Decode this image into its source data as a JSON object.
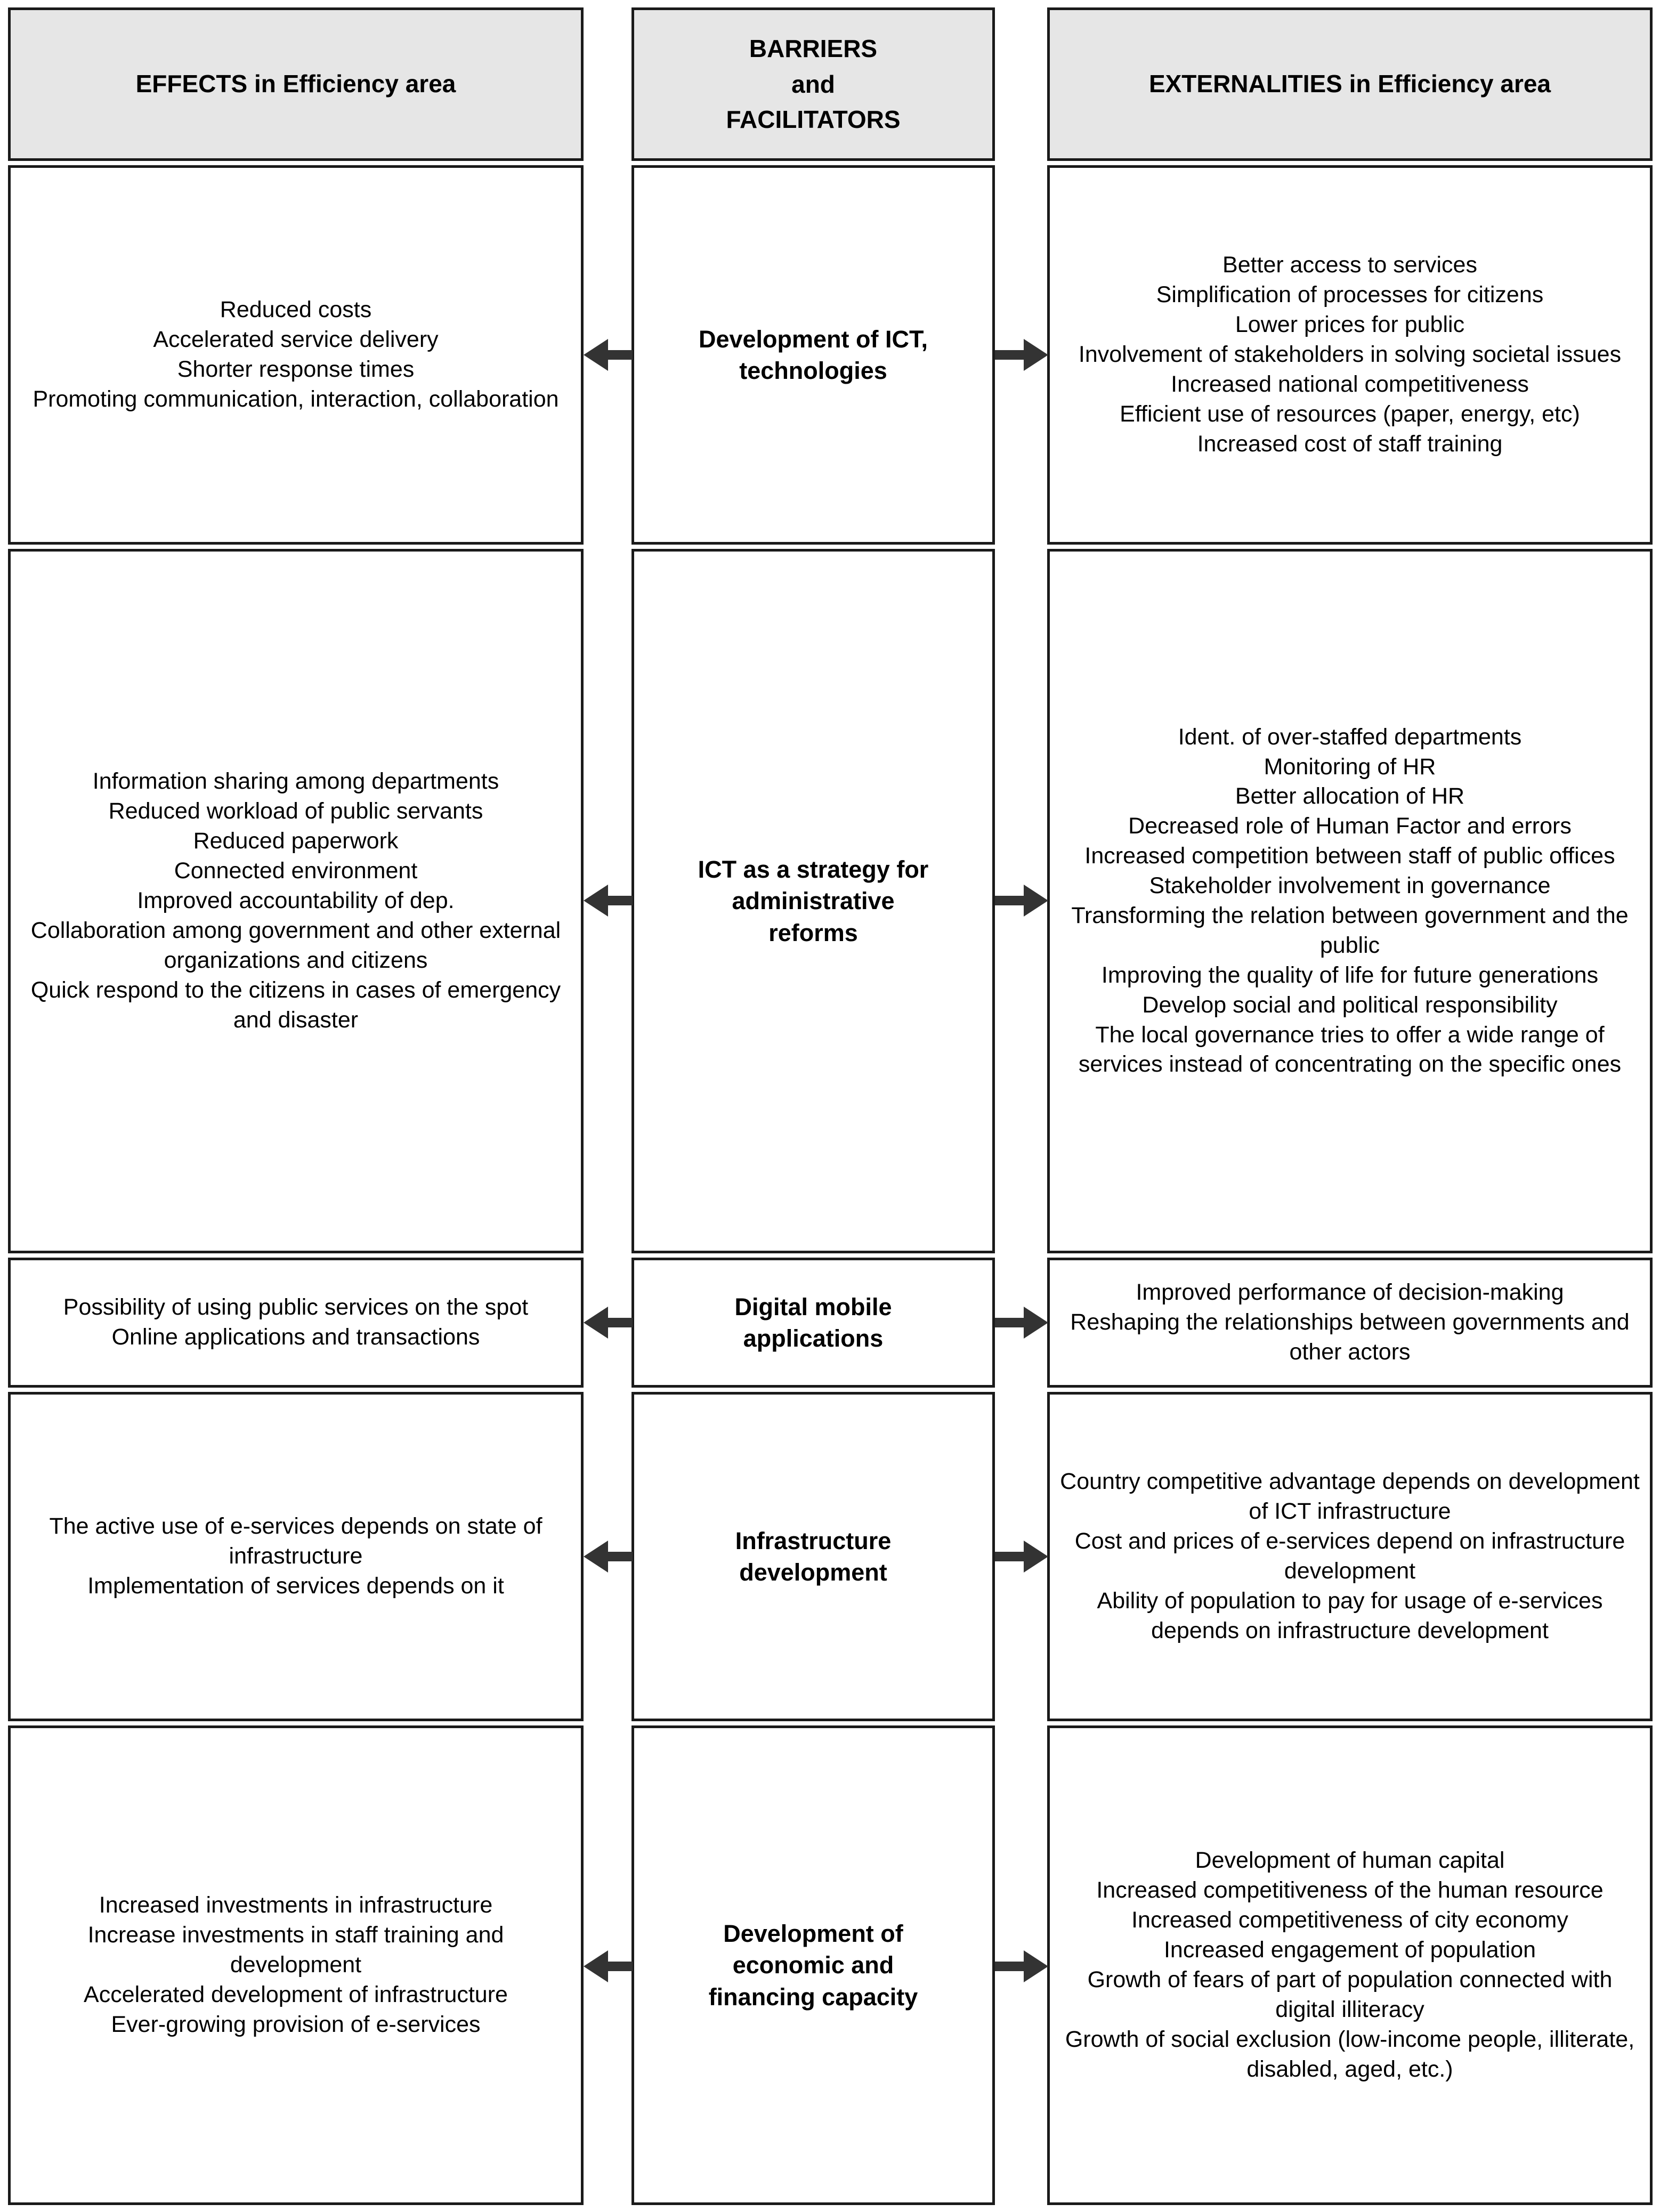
{
  "headers": {
    "left": "EFFECTS in Efficiency area",
    "middle": "BARRIERS\nand\nFACILITATORS",
    "right": "EXTERNALITIES in Efficiency area"
  },
  "colors": {
    "header_fill": "#e6e6e6",
    "border": "#1a1a1a",
    "arrow": "#333333",
    "background": "#ffffff",
    "text": "#000000"
  },
  "rows": [
    {
      "barrier": "Development of ICT,\ntechnologies",
      "effects": "Reduced costs\nAccelerated service delivery\nShorter response times\nPromoting communication, interaction, collaboration",
      "externalities": "Better access to services\nSimplification of processes for citizens\nLower prices for public\nInvolvement of stakeholders in solving societal issues\nIncreased national competitiveness\nEfficient use of resources (paper, energy, etc)\nIncreased cost of staff training",
      "arrow_left": "arrow-left",
      "arrow_right": "arrow-right"
    },
    {
      "barrier": "ICT as a strategy for\nadministrative\nreforms",
      "effects": "Information sharing among departments\nReduced workload of public servants\nReduced paperwork\nConnected environment\nImproved accountability of dep.\nCollaboration among government and other external organizations and citizens\nQuick respond to the citizens in cases of emergency and disaster",
      "externalities": "Ident. of over-staffed departments\nMonitoring of HR\nBetter allocation of HR\nDecreased role of Human Factor and errors\nIncreased competition between staff of public offices\nStakeholder involvement in governance\nTransforming the relation between government and the public\nImproving the quality of life for future generations\nDevelop social and political responsibility\nThe local governance tries to offer a wide range of services instead of concentrating on the specific ones",
      "arrow_left": "arrow-left",
      "arrow_right": "arrow-right"
    },
    {
      "barrier": "Digital mobile\napplications",
      "effects": "Possibility of using public services on the spot\nOnline applications and transactions",
      "externalities": "Improved performance of decision-making\nReshaping the relationships between governments and other actors",
      "arrow_left": "arrow-left",
      "arrow_right": "arrow-right"
    },
    {
      "barrier": "Infrastructure\ndevelopment",
      "effects": "The active use of e-services depends on state of infrastructure\nImplementation of services depends on it",
      "externalities": "Country competitive advantage depends on development of ICT infrastructure\nCost and prices of e-services depend on infrastructure development\nAbility of population to pay for usage of e-services depends on infrastructure development",
      "arrow_left": "arrow-left",
      "arrow_right": "arrow-right"
    },
    {
      "barrier": "Development of\neconomic and\nfinancing capacity",
      "effects": "Increased investments in infrastructure\nIncrease investments in staff training and development\nAccelerated development of infrastructure\nEver-growing provision of e-services",
      "externalities": "Development of human capital\nIncreased competitiveness of the human resource\nIncreased competitiveness of city economy\nIncreased engagement of population\nGrowth of fears of part of population connected with digital illiteracy\nGrowth of social exclusion (low-income people, illiterate, disabled, aged, etc.)",
      "arrow_left": "arrow-left",
      "arrow_right": "arrow-right"
    }
  ]
}
